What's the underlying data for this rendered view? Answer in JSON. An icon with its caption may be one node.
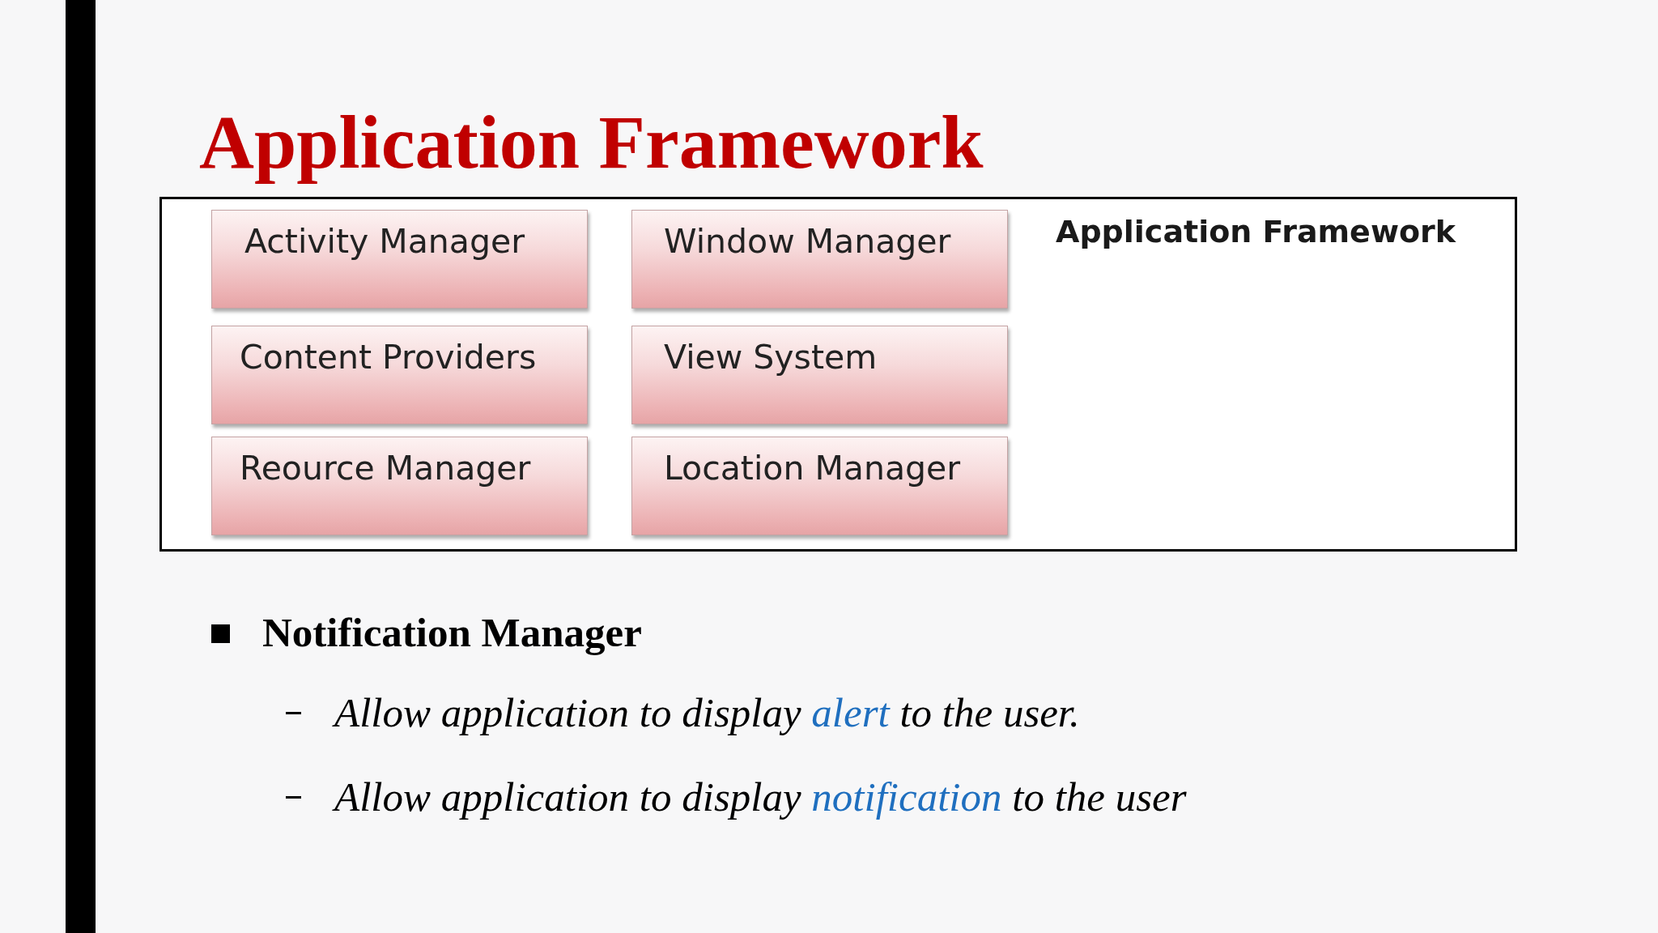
{
  "diagram": {
    "title": "Application Framework",
    "nodes": [
      {
        "text": [
          "Application Framework"
        ]
      },
      {
        "text": [
          "Activity Manager"
        ],
        "in": 0
      },
      {
        "text": [
          "Window Manager"
        ],
        "in": 0
      },
      {
        "text": [
          "Content Providers"
        ],
        "in": 0
      },
      {
        "text": [
          "View System"
        ],
        "in": 0
      },
      {
        "text": [
          "Reource Manager"
        ],
        "in": 0
      },
      {
        "text": [
          "Location Manager"
        ],
        "in": 0
      }
    ],
    "labels": [
      "Notification Manager",
      "Allow application to display *alert* to the user.",
      "Allow application to display *notification* to the user"
    ]
  }
}
